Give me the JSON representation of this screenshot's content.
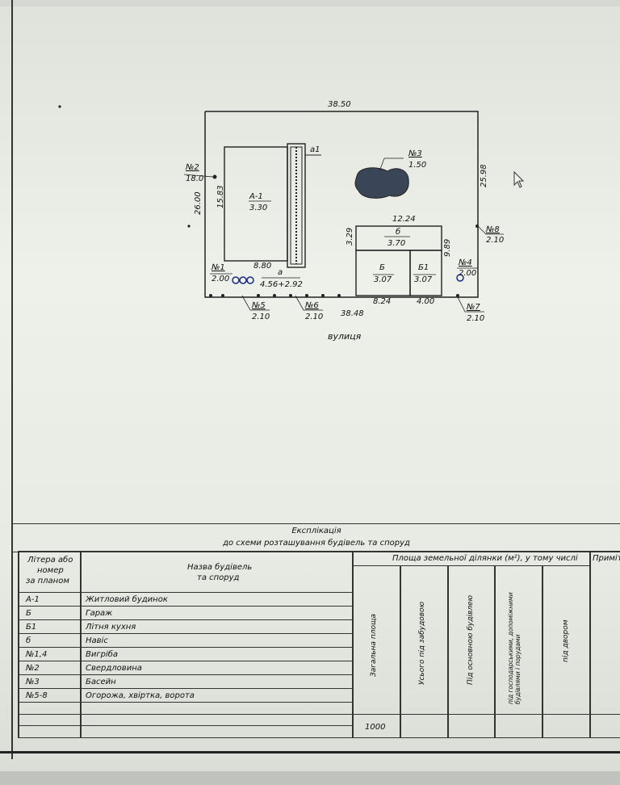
{
  "plan": {
    "top_dim": "38.50",
    "right_dim": "25.98",
    "left_dim": "26.00",
    "bottom_dim": "38.48",
    "street": "вулиця",
    "house_label": "А-1",
    "house_area": "3.30",
    "house_height": "15.83",
    "house_width": "8.80",
    "a_label": "а",
    "a_dims": "4.56+2.92",
    "a1_label": "а1",
    "n1_label": "№1",
    "n1_value": "2.00",
    "n2_label": "№2",
    "n2_value": "18.0",
    "n3_label": "№3",
    "n3_value": "1.50",
    "n4_label": "№4",
    "n4_value": "2.00",
    "n5_label": "№5",
    "n5_value": "2.10",
    "n6_label": "№6",
    "n6_value": "2.10",
    "n7_label": "№7",
    "n7_value": "2.10",
    "n8_label": "№8",
    "n8_value": "2.10",
    "shed_width": "12.24",
    "shed_depth": "3.29",
    "shed_label": "б",
    "shed_area": "3.70",
    "garage_label": "Б",
    "garage_area": "3.07",
    "kitchen_label": "Б1",
    "kitchen_area": "3.07",
    "side_dim": "9.89",
    "bottom_left_dim": "8.24",
    "bottom_right_dim": "4.00"
  },
  "table": {
    "title": "Експлікація",
    "subtitle": "до схеми розташування будівель та споруд",
    "col_letter": "Літера або номер за планом",
    "col_letter_l1": "Літера або",
    "col_letter_l2": "номер",
    "col_letter_l3": "за планом",
    "col_name_l1": "Назва будівель",
    "col_name_l2": "та споруд",
    "area_group": "Площа земельної ділянки (м²), у тому числі",
    "notes": "Приміт",
    "col_total": "Загальна площа",
    "col_built": "Усього під забудовою",
    "col_main": "Під основною будівлею",
    "col_aux": "під господарськими, допоміжними будівлями і порудами",
    "col_yard": "під двором",
    "rows": [
      {
        "code": "А-1",
        "name": "Житловий будинок"
      },
      {
        "code": "Б",
        "name": "Гараж"
      },
      {
        "code": "Б1",
        "name": "Літня кухня"
      },
      {
        "code": "б",
        "name": "Навіс"
      },
      {
        "code": "№1,4",
        "name": "Вигріба"
      },
      {
        "code": "№2",
        "name": "Свердловина"
      },
      {
        "code": "№3",
        "name": "Басейн"
      },
      {
        "code": "№5-8",
        "name": "Огорожа, хвіртка, ворота"
      }
    ],
    "total_value": "1000"
  }
}
